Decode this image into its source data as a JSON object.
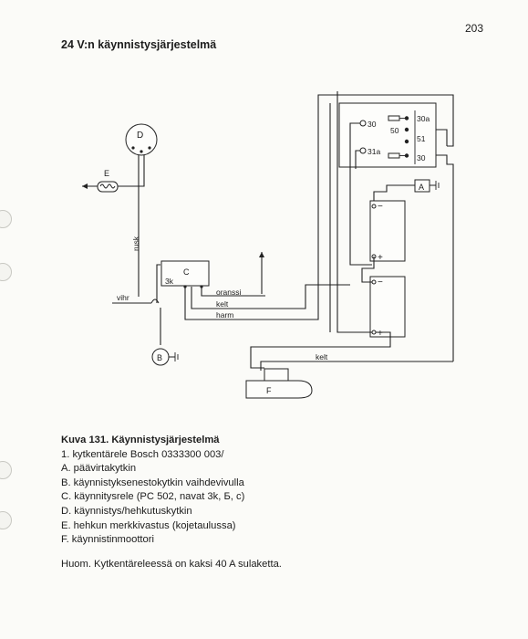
{
  "page_number": "203",
  "heading": "24 V:n käynnistysjärjestelmä",
  "diagram": {
    "component_labels": [
      "D",
      "E",
      "C",
      "3k",
      "B",
      "A",
      "F"
    ],
    "wire_labels": {
      "rusk": "rusk",
      "vihr": "vihr",
      "oranssi": "oranssi",
      "kelt_relay": "kelt",
      "harm": "harm",
      "kelt_bottom": "kelt"
    },
    "terminal_labels": {
      "t30_left": "30",
      "t31a_left": "31a",
      "t30a": "30a",
      "t50": "50",
      "t51": "51",
      "t30_right": "30"
    },
    "battery_labels": {
      "minus": "−",
      "plus": "+"
    }
  },
  "caption": {
    "title": "Kuva 131. Käynnistysjärjestelmä",
    "items": [
      "1. kytkentärele Bosch 0333300 003/",
      "A. päävirtakytkin",
      "B. käynnistyksenestokytkin vaihdevivulla",
      "C. käynnitysrele (PC 502, navat 3k, Б, c)",
      "D. käynnistys/hehkutuskytkin",
      "E. hehkun merkkivastus (kojetaulussa)",
      "F. käynnistinmoottori"
    ]
  },
  "note": "Huom. Kytkentäreleessä on kaksi 40 A sulaketta."
}
